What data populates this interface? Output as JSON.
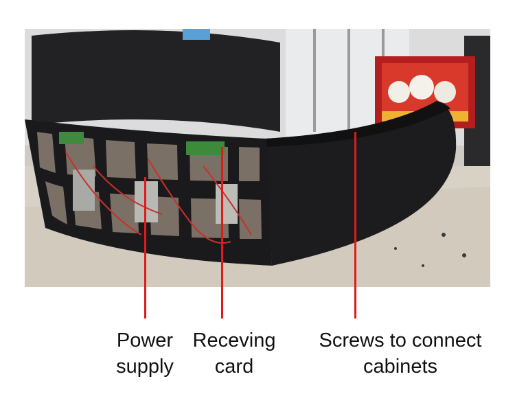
{
  "callouts": [
    {
      "line1": "Power",
      "line2": "supply"
    },
    {
      "line1": "Receving",
      "line2": "card"
    },
    {
      "line1": "Screws to connect",
      "line2": "cabinets"
    }
  ],
  "colors": {
    "callout_line": "#e01a1a",
    "label_text": "#111111",
    "cabinet": "#1c1c1e",
    "floor": "#d8d1c6"
  }
}
